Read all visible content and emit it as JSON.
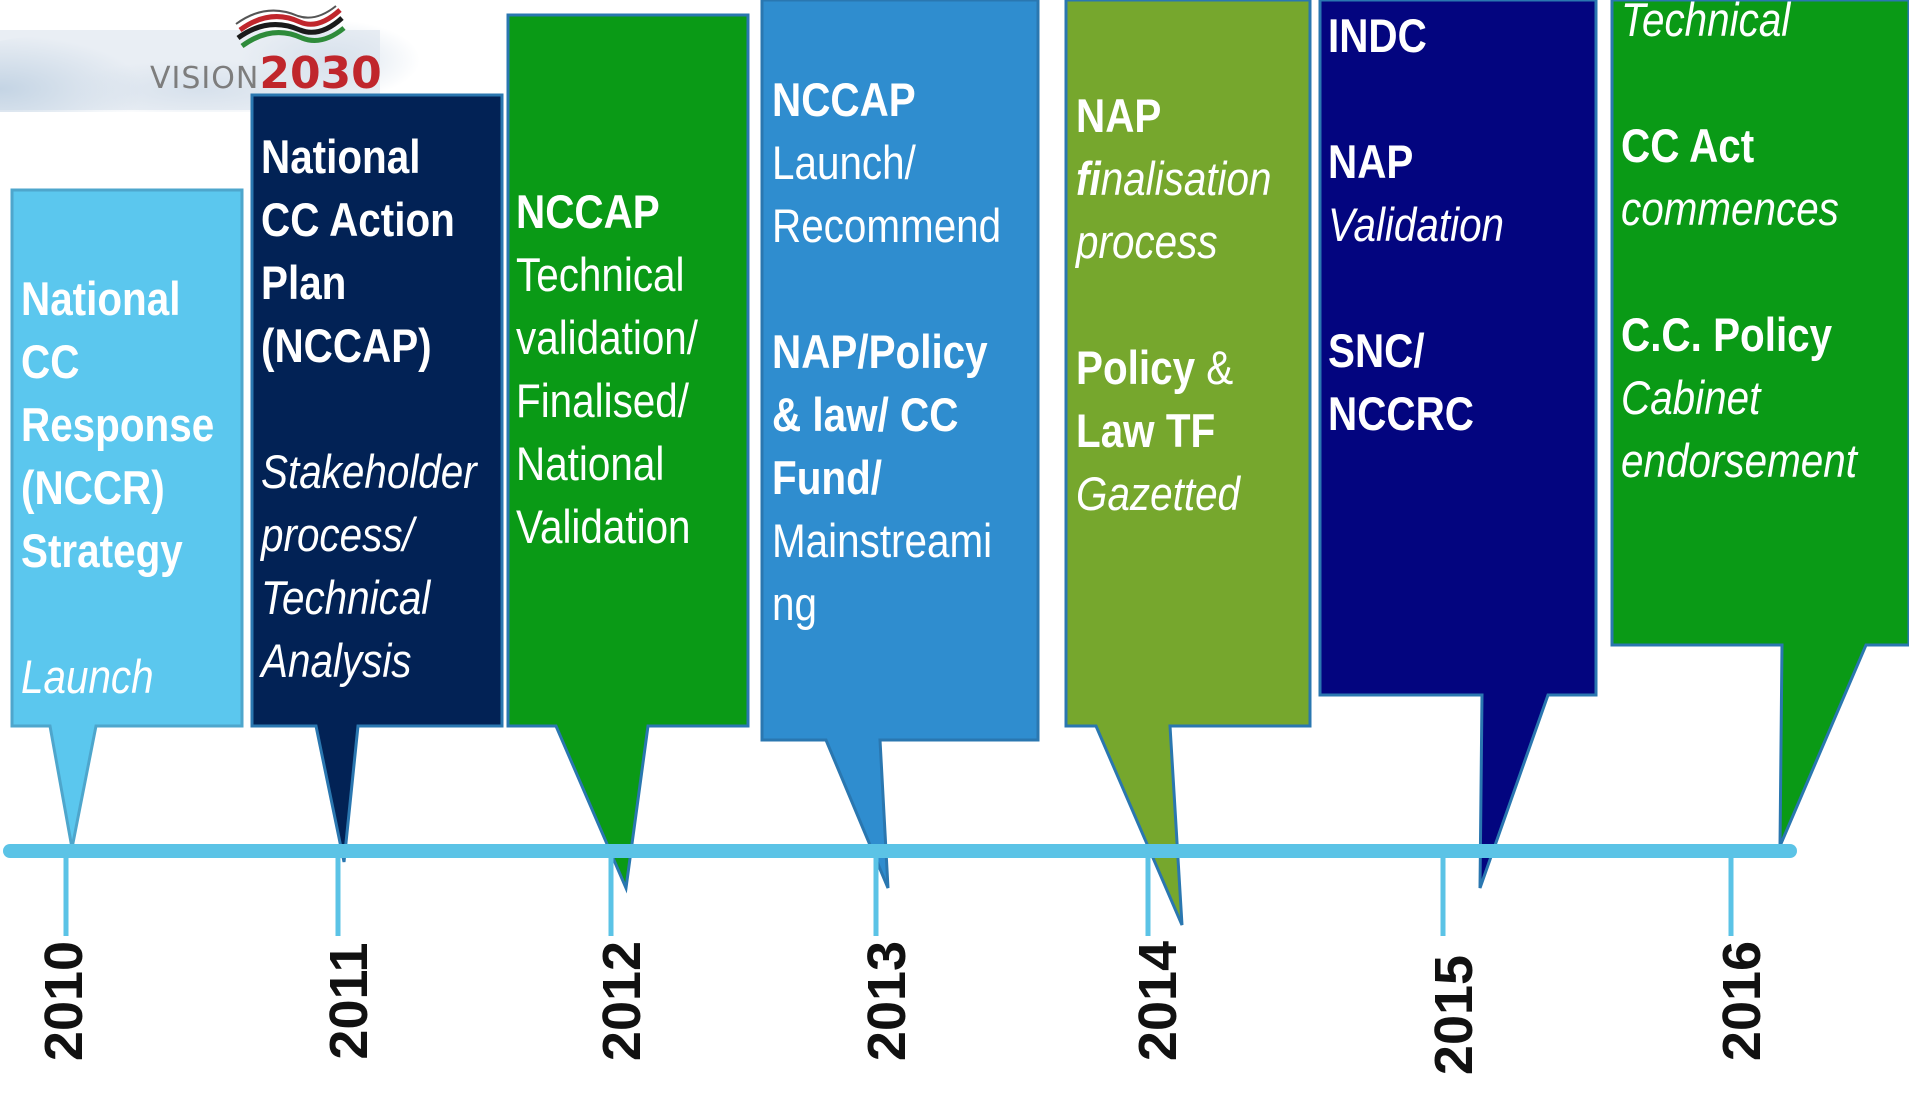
{
  "logo": {
    "word": "VISION",
    "year": "2030"
  },
  "colors": {
    "timeline": "#5bc3e6",
    "box_2010": "#5bc7ee",
    "box_2011": "#022255",
    "box_2012": "#0a9a16",
    "box_2013": "#2f8dcf",
    "box_2014": "#76a72d",
    "box_2015": "#03057f",
    "box_2016": "#0a9a16"
  },
  "timeline": {
    "years": [
      "2010",
      "2011",
      "2012",
      "2013",
      "2014",
      "2015",
      "2016"
    ]
  },
  "callouts": [
    {
      "id": "2010",
      "lines": [
        {
          "text": "National",
          "style": "bold"
        },
        {
          "text": "CC",
          "style": "bold"
        },
        {
          "text": "Response",
          "style": "bold"
        },
        {
          "text": "(NCCR)",
          "style": "bold"
        },
        {
          "text": "Strategy",
          "style": "bold"
        },
        {
          "text": "",
          "style": "spacer"
        },
        {
          "text": "Launch",
          "style": "italic"
        }
      ]
    },
    {
      "id": "2011",
      "lines": [
        {
          "text": "National",
          "style": "bold"
        },
        {
          "text": "CC Action",
          "style": "bold"
        },
        {
          "text": "Plan",
          "style": "bold"
        },
        {
          "text": "(NCCAP)",
          "style": "bold"
        },
        {
          "text": "",
          "style": "spacer"
        },
        {
          "text": "Stakeholder",
          "style": "italic"
        },
        {
          "text": "process/",
          "style": "italic"
        },
        {
          "text": "Technical",
          "style": "italic"
        },
        {
          "text": "Analysis",
          "style": "italic"
        }
      ]
    },
    {
      "id": "2012",
      "lines": [
        {
          "text": "NCCAP",
          "style": "bold"
        },
        {
          "text": "Technical",
          "style": "normal"
        },
        {
          "text": "validation/",
          "style": "normal"
        },
        {
          "text": "Finalised/",
          "style": "normal"
        },
        {
          "text": "National",
          "style": "normal"
        },
        {
          "text": "Validation",
          "style": "normal"
        }
      ]
    },
    {
      "id": "2013",
      "lines": [
        {
          "text": "NCCAP",
          "style": "bold"
        },
        {
          "text": "Launch/",
          "style": "normal"
        },
        {
          "text": "Recommend",
          "style": "normal"
        },
        {
          "text": "",
          "style": "spacer"
        },
        {
          "text": "NAP/Policy",
          "style": "bold"
        },
        {
          "text": "& law/ CC",
          "style": "bold"
        },
        {
          "text": "Fund/",
          "style": "bold"
        },
        {
          "text": "Mainstreami",
          "style": "normal"
        },
        {
          "text": "ng",
          "style": "normal"
        }
      ]
    },
    {
      "id": "2014",
      "lines": [
        {
          "text": "NAP",
          "style": "bold"
        },
        {
          "parts": [
            {
              "text": "fi",
              "style": "bold-italic"
            },
            {
              "text": "nalisation",
              "style": "italic"
            }
          ]
        },
        {
          "text": "process",
          "style": "italic"
        },
        {
          "text": "",
          "style": "spacer"
        },
        {
          "parts": [
            {
              "text": "Policy",
              "style": "bold"
            },
            {
              "text": " &",
              "style": "normal"
            }
          ]
        },
        {
          "text": "Law TF",
          "style": "bold"
        },
        {
          "text": "Gazetted",
          "style": "italic"
        }
      ]
    },
    {
      "id": "2015",
      "lines": [
        {
          "text": "INDC",
          "style": "bold"
        },
        {
          "text": "",
          "style": "spacer"
        },
        {
          "text": "NAP",
          "style": "bold"
        },
        {
          "text": "Validation",
          "style": "italic"
        },
        {
          "text": "",
          "style": "spacer"
        },
        {
          "text": "SNC/",
          "style": "bold"
        },
        {
          "text": "NCCRC",
          "style": "bold"
        }
      ]
    },
    {
      "id": "2016",
      "lines": [
        {
          "text": "Technical",
          "style": "italic"
        },
        {
          "text": "",
          "style": "spacer"
        },
        {
          "text": "CC Act",
          "style": "bold"
        },
        {
          "text": "commences",
          "style": "italic"
        },
        {
          "text": "",
          "style": "spacer"
        },
        {
          "text": "C.C. Policy",
          "style": "bold"
        },
        {
          "text": "Cabinet",
          "style": "italic"
        },
        {
          "text": "endorsement",
          "style": "italic"
        }
      ]
    }
  ]
}
